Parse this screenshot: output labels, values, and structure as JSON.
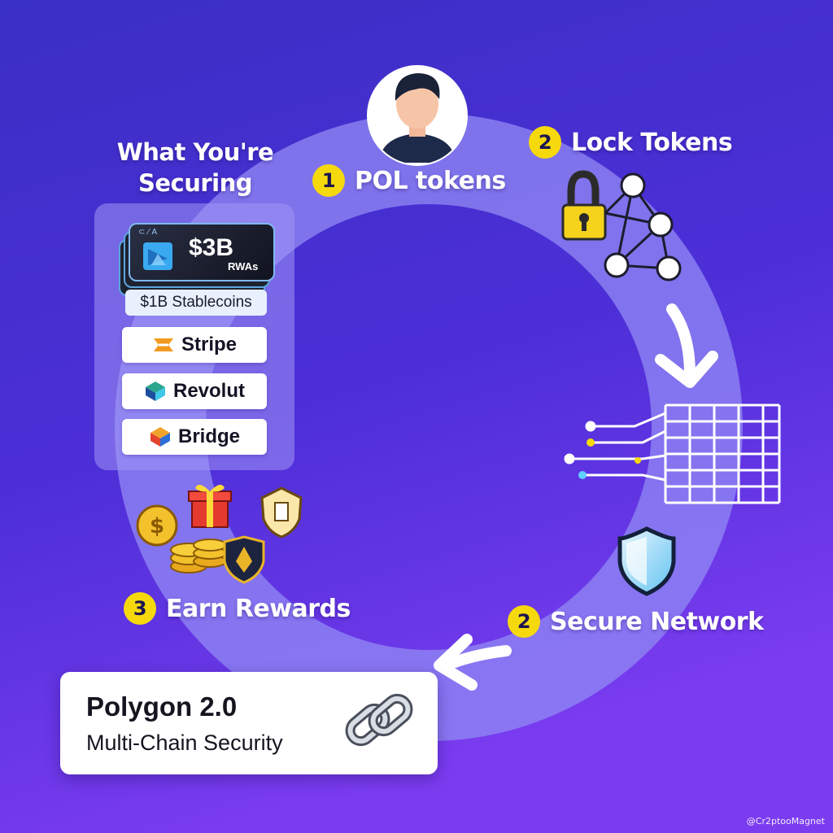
{
  "colors": {
    "background_top": "#3a2fc4",
    "background_bottom": "#7b3cf0",
    "ring": "#8f86f4",
    "badge": "#f6d90c",
    "text": "#ffffff"
  },
  "steps": [
    {
      "number": "1",
      "label": "POL tokens",
      "icon": "user-avatar-icon"
    },
    {
      "number": "2",
      "label": "Lock Tokens",
      "icon": "lock-network-icon"
    },
    {
      "number": "2",
      "label": "Secure Network",
      "icon": "shield-icon"
    },
    {
      "number": "3",
      "label": "Earn Rewards",
      "icon": "coins-gifts-icon"
    }
  ],
  "securing": {
    "heading_line1": "What You're",
    "heading_line2": "Securing",
    "card_amount": "$3B",
    "card_sub": "RWAs",
    "stablecoins": "$1B Stablecoins",
    "partners": [
      "Stripe",
      "Revolut",
      "Bridge"
    ]
  },
  "footer": {
    "title": "Polygon 2.0",
    "subtitle": "Multi-Chain Security",
    "icon": "chain-link-icon"
  },
  "watermark": "@Cr2ptooMagnet"
}
